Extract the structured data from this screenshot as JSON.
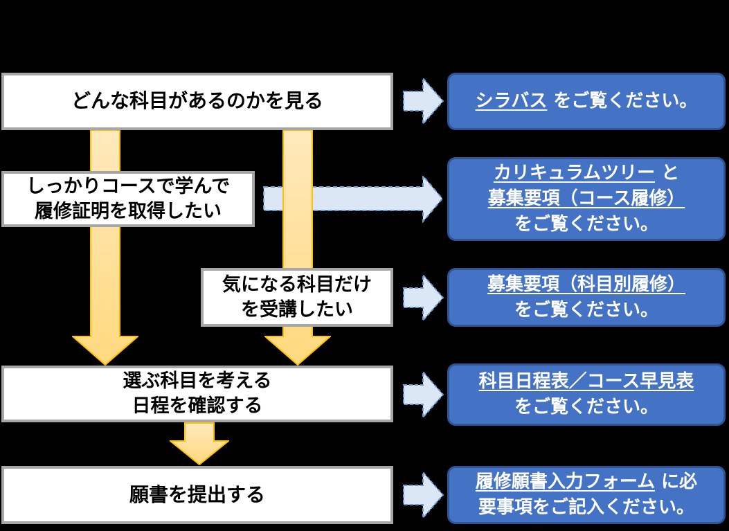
{
  "palette": {
    "background": "#000000",
    "step_box_fill": "#FFFFFF",
    "step_box_border": "#A6A6A6",
    "step_text": "#000000",
    "info_box_fill": "#4472C4",
    "info_box_border": "#2F5597",
    "info_text": "#FFFFFF",
    "flow_arrow_fill": "#FFE3A0",
    "flow_arrow_border": "#FFC000",
    "connector_fill": "#DCE7F5",
    "connector_border": "#6A9BD8"
  },
  "icons": {
    "down_arrow": "yellow-down-block-arrow",
    "connector": "light-blue-dashed-right-block-arrow"
  },
  "rows": [
    {
      "step": {
        "lines": [
          "どんな科目があるのかを見る"
        ]
      },
      "info": {
        "lines": [
          {
            "segments": [
              {
                "text": "シラバス",
                "link": true
              },
              {
                "text": " をご覧ください。",
                "link": false
              }
            ]
          }
        ]
      }
    },
    {
      "step": {
        "lines": [
          "しっかりコースで学んで",
          "履修証明を取得したい"
        ]
      },
      "info": {
        "lines": [
          {
            "segments": [
              {
                "text": "カリキュラムツリー",
                "link": true
              },
              {
                "text": " と",
                "link": false
              }
            ]
          },
          {
            "segments": [
              {
                "text": "募集要項（コース履修）",
                "link": true
              }
            ]
          },
          {
            "segments": [
              {
                "text": "をご覧ください。",
                "link": false
              }
            ]
          }
        ]
      }
    },
    {
      "step": {
        "lines": [
          "気になる科目だけ",
          "を受講したい"
        ]
      },
      "info": {
        "lines": [
          {
            "segments": [
              {
                "text": "募集要項（科目別履修）",
                "link": true
              }
            ]
          },
          {
            "segments": [
              {
                "text": "をご覧ください。",
                "link": false
              }
            ]
          }
        ]
      }
    },
    {
      "step": {
        "lines": [
          "選ぶ科目を考える",
          "日程を確認する"
        ]
      },
      "info": {
        "lines": [
          {
            "segments": [
              {
                "text": "科目日程表／コース早見表",
                "link": true
              }
            ]
          },
          {
            "segments": [
              {
                "text": "をご覧ください。",
                "link": false
              }
            ]
          }
        ]
      }
    },
    {
      "step": {
        "lines": [
          "願書を提出する"
        ]
      },
      "info": {
        "lines": [
          {
            "segments": [
              {
                "text": "履修願書入力フォーム",
                "link": true
              },
              {
                "text": " に必",
                "link": false
              }
            ]
          },
          {
            "segments": [
              {
                "text": "要事項をご記入ください。",
                "link": false
              }
            ]
          }
        ]
      }
    }
  ]
}
